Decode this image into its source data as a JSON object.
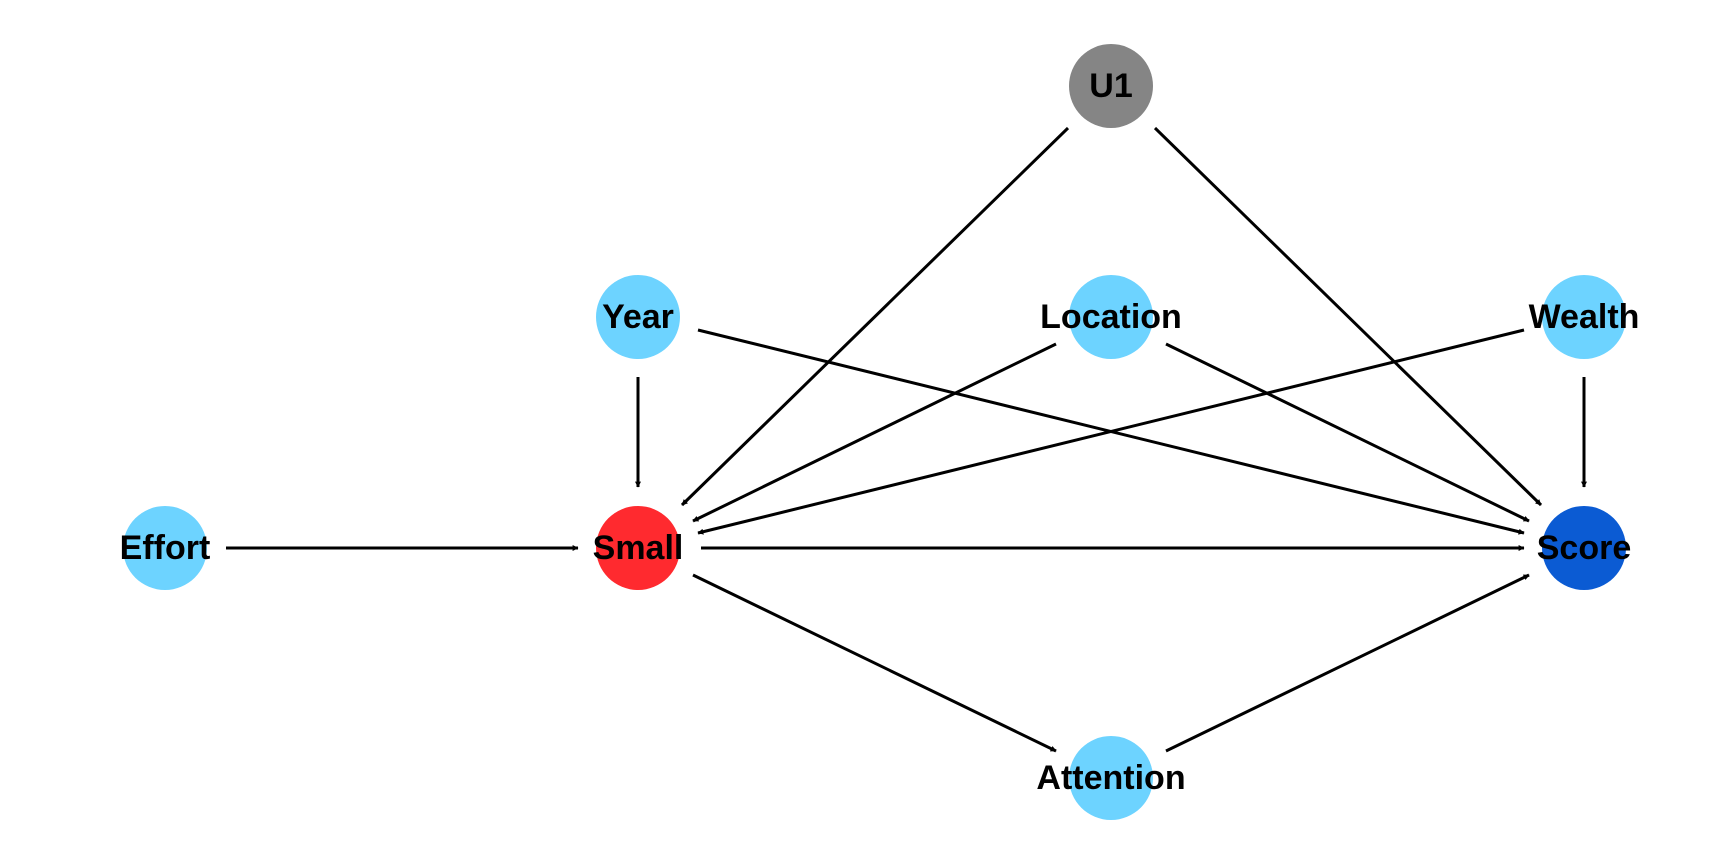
{
  "diagram": {
    "type": "directed-acyclic-graph",
    "colors": {
      "exposure": "#FF2A2F",
      "outcome": "#0B5BD3",
      "latent": "#858585",
      "observed": "#6DD3FF",
      "edge": "#000000",
      "label": "#000000"
    },
    "nodes": [
      {
        "id": "u1",
        "label": "U1",
        "role": "latent"
      },
      {
        "id": "year",
        "label": "Year",
        "role": "observed"
      },
      {
        "id": "location",
        "label": "Location",
        "role": "observed"
      },
      {
        "id": "wealth",
        "label": "Wealth",
        "role": "observed"
      },
      {
        "id": "effort",
        "label": "Effort",
        "role": "observed"
      },
      {
        "id": "small",
        "label": "Small",
        "role": "exposure"
      },
      {
        "id": "score",
        "label": "Score",
        "role": "outcome"
      },
      {
        "id": "attention",
        "label": "Attention",
        "role": "observed"
      }
    ],
    "edges": [
      {
        "from": "u1",
        "to": "small"
      },
      {
        "from": "u1",
        "to": "score"
      },
      {
        "from": "year",
        "to": "small"
      },
      {
        "from": "year",
        "to": "score"
      },
      {
        "from": "location",
        "to": "small"
      },
      {
        "from": "location",
        "to": "score"
      },
      {
        "from": "wealth",
        "to": "small"
      },
      {
        "from": "wealth",
        "to": "score"
      },
      {
        "from": "effort",
        "to": "small"
      },
      {
        "from": "small",
        "to": "score"
      },
      {
        "from": "small",
        "to": "attention"
      },
      {
        "from": "attention",
        "to": "score"
      }
    ]
  }
}
